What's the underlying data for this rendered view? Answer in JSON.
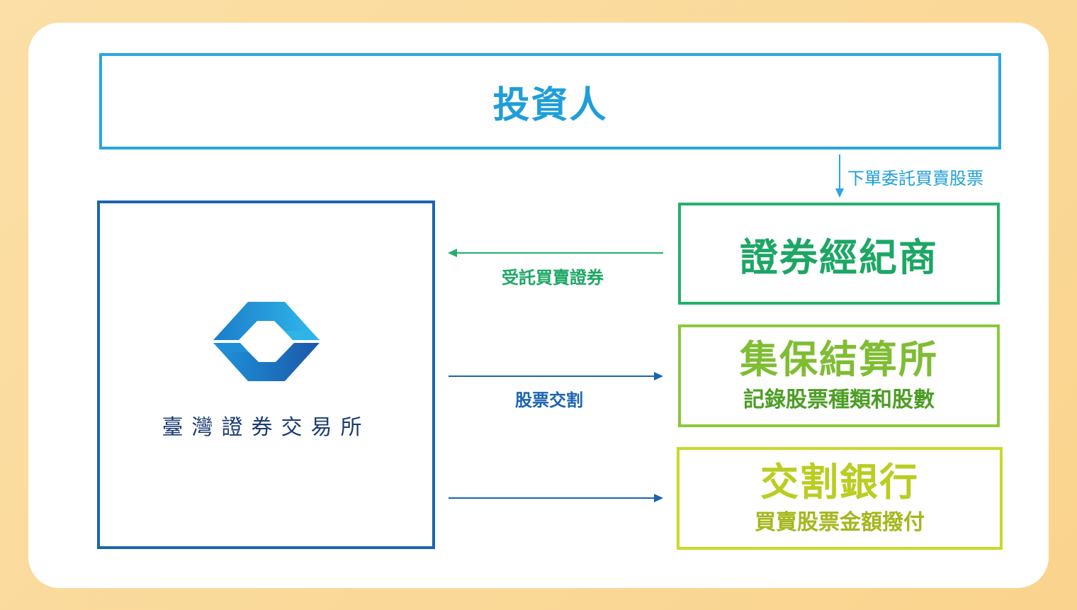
{
  "investor": {
    "title": "投資人"
  },
  "flow": {
    "order_label": "下單委託買賣股票",
    "entrust_label": "受託買賣證券",
    "delivery_label": "股票交割"
  },
  "exchange": {
    "name": "臺灣證券交易所"
  },
  "broker": {
    "title": "證券經紀商"
  },
  "depository": {
    "title": "集保結算所",
    "subtitle": "記錄股票種類和股數"
  },
  "bank": {
    "title": "交割銀行",
    "subtitle": "買賣股票金額撥付"
  },
  "colors": {
    "investor": "#2aa6e0",
    "exchange": "#1a64b0",
    "broker": "#24b06a",
    "depository": "#8ac93a",
    "bank": "#c7d92b",
    "background": "#fbdfa6"
  }
}
